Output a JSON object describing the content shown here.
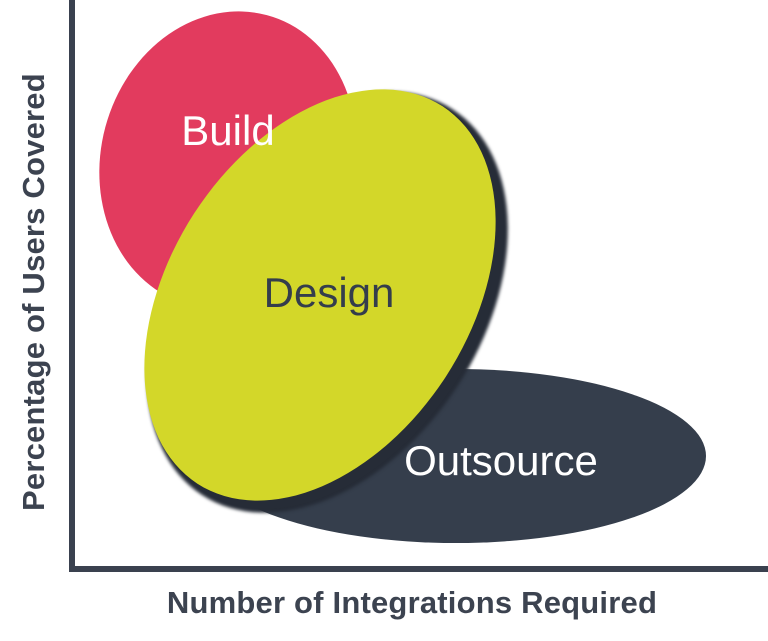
{
  "figure": {
    "type": "conceptual-chart",
    "background": "#ffffff",
    "axes": {
      "x_label": "Number of Integrations Required",
      "y_label": "Percentage of Users Covered",
      "line_color": "#3a414f",
      "label_color": "#3c4350"
    },
    "regions": [
      {
        "label": "Build",
        "fill": "#e23b5e",
        "text_color": "#ffffff"
      },
      {
        "label": "Design",
        "fill": "#d3d729",
        "text_color": "#343d4c"
      },
      {
        "label": "Outsource",
        "fill": "#353e4c",
        "text_color": "#ffffff"
      }
    ],
    "shadow_color": "#262c37"
  }
}
